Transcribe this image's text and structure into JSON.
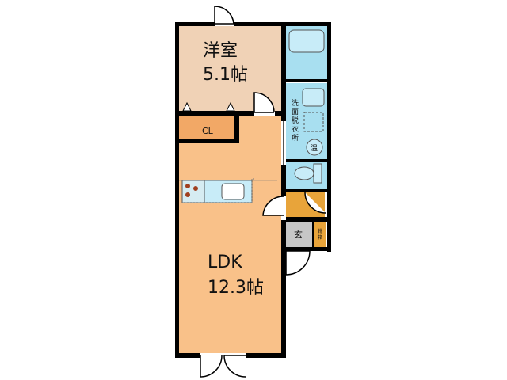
{
  "colors": {
    "western_room": "#f0d2b6",
    "ldk": "#f9c189",
    "closet": "#f2a866",
    "wet_area": "#a8dff0",
    "fixture": "#c8ecf8",
    "genkan": "#c6c6c6",
    "storage": "#e8a43a",
    "wall": "#000000"
  },
  "rooms": {
    "western": {
      "name": "洋室",
      "size": "5.1帖"
    },
    "closet": {
      "label": "CL"
    },
    "ldk": {
      "name": "LDK",
      "size": "12.3帖"
    },
    "washroom": {
      "label_chars": [
        "洗",
        "面",
        "脱",
        "衣",
        "所"
      ]
    },
    "water_heater": {
      "label": "温"
    },
    "genkan": {
      "label": "玄"
    },
    "shoe_box": {
      "label_chars": [
        "靴",
        "箱"
      ]
    }
  },
  "icons": [
    "bathtub-icon",
    "toilet-icon",
    "washbasin-icon",
    "washing-machine-icon",
    "kitchen-stove-icon",
    "kitchen-sink-icon",
    "door-swing-icon"
  ]
}
